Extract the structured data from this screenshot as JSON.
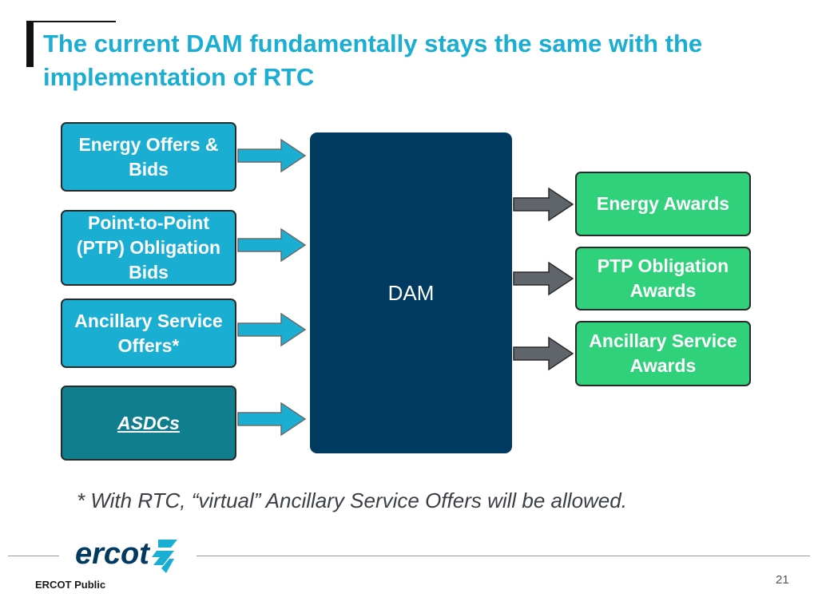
{
  "slide": {
    "title": "The current DAM fundamentally stays the same with the implementation of RTC",
    "footnote": "* With RTC, “virtual” Ancillary Service Offers will be allowed.",
    "footer_label": "ERCOT Public",
    "page_number": "21",
    "logo_text": "ercot"
  },
  "diagram": {
    "center_label": "DAM",
    "inputs": [
      {
        "label": "Energy Offers & Bids"
      },
      {
        "label": "Point-to-Point (PTP) Obligation Bids"
      },
      {
        "label": "Ancillary Service Offers*"
      },
      {
        "label": "ASDCs"
      }
    ],
    "outputs": [
      {
        "label": "Energy Awards"
      },
      {
        "label": "PTP Obligation Awards"
      },
      {
        "label": "Ancillary Service Awards"
      }
    ]
  },
  "colors": {
    "title": "#1aaed3",
    "input_box": "#1aaed3",
    "asdc_box": "#0f7e8f",
    "dam_box": "#003a61",
    "output_box": "#2fd17a",
    "input_arrow": "#1aaed3",
    "output_arrow": "#5f656b"
  }
}
